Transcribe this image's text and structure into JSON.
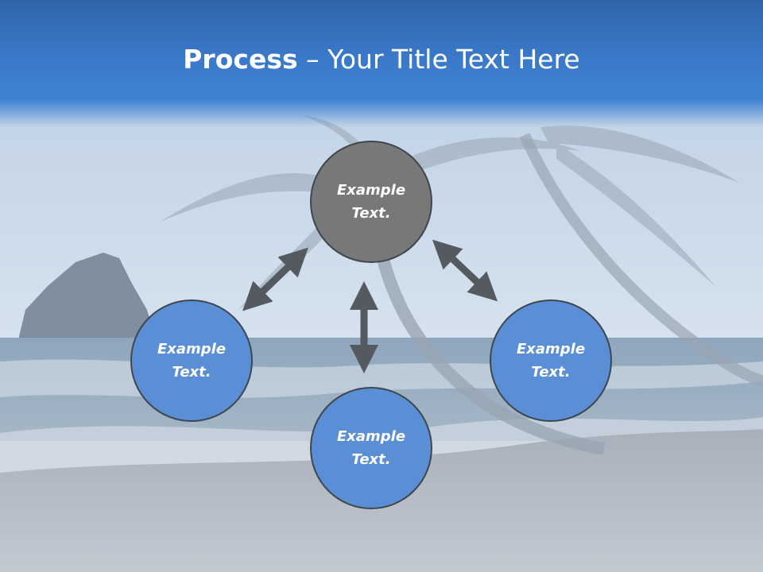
{
  "slide": {
    "title_bold": "Process",
    "title_rest": " – Your Title Text Here"
  },
  "colors": {
    "title_band": "#3a78c8",
    "node_blue": "#5a8fd6",
    "node_gray": "#787878",
    "arrow": "#555a60"
  },
  "diagram": {
    "center": {
      "label": "Example Text."
    },
    "left": {
      "label": "Example Text."
    },
    "right": {
      "label": "Example Text."
    },
    "bottom": {
      "label": "Example Text."
    },
    "arrow_style": "double-headed"
  }
}
